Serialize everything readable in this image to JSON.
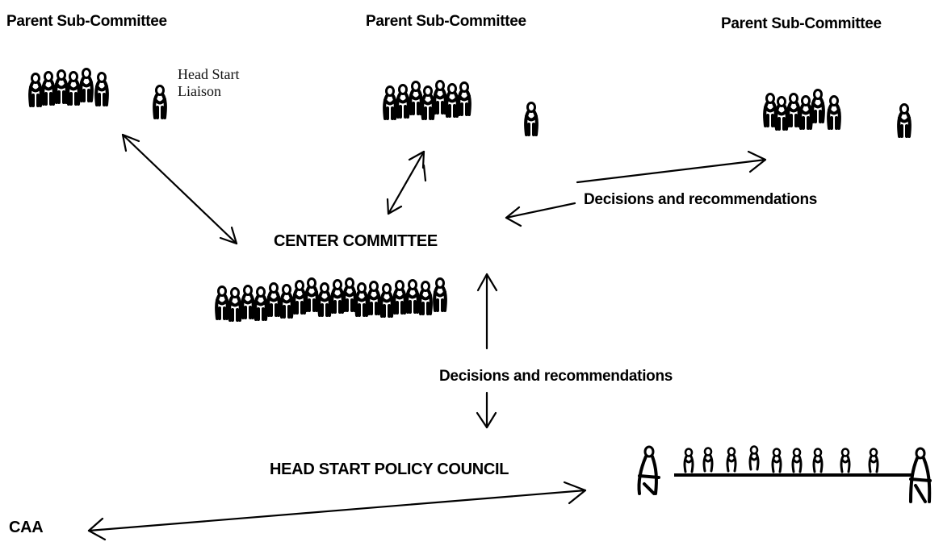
{
  "groups": {
    "sub_left": {
      "title": "Parent Sub-Committee",
      "liaison_label": "Head Start Liaison"
    },
    "sub_middle": {
      "title": "Parent Sub-Committee"
    },
    "sub_right": {
      "title": "Parent Sub-Committee"
    }
  },
  "center_committee": {
    "title": "CENTER COMMITTEE"
  },
  "policy_council": {
    "title": "HEAD START POLICY COUNCIL"
  },
  "caa": {
    "title": "CAA"
  },
  "flows": {
    "right_to_center": "Decisions and recommendations",
    "center_to_council": "Decisions and recommendations"
  }
}
